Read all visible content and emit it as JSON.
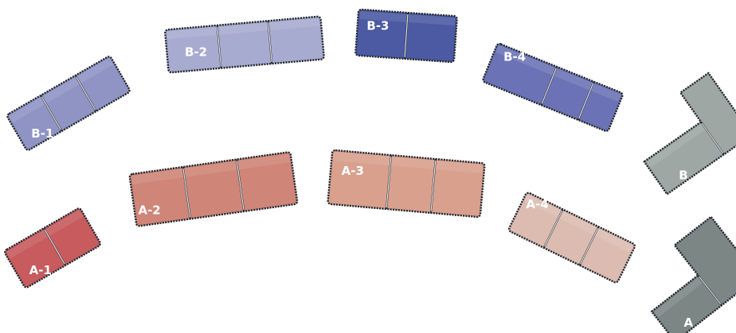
{
  "sections": [
    {
      "id": "B-1",
      "label": "B-1",
      "color": "#8f94c4"
    },
    {
      "id": "B-2",
      "label": "B-2",
      "color": "#a8abd0"
    },
    {
      "id": "B-3",
      "label": "B-3",
      "color": "#4b5aa2"
    },
    {
      "id": "B-4",
      "label": "B-4",
      "color": "#6b73b6"
    },
    {
      "id": "B",
      "label": "B",
      "color": "#9fa7a5"
    },
    {
      "id": "A-1",
      "label": "A-1",
      "color": "#c75b5d"
    },
    {
      "id": "A-2",
      "label": "A-2",
      "color": "#cf8577"
    },
    {
      "id": "A-3",
      "label": "A-3",
      "color": "#d9a08e"
    },
    {
      "id": "A-4",
      "label": "A-4",
      "color": "#dcbcb0"
    },
    {
      "id": "A",
      "label": "A",
      "color": "#7c8785"
    }
  ]
}
